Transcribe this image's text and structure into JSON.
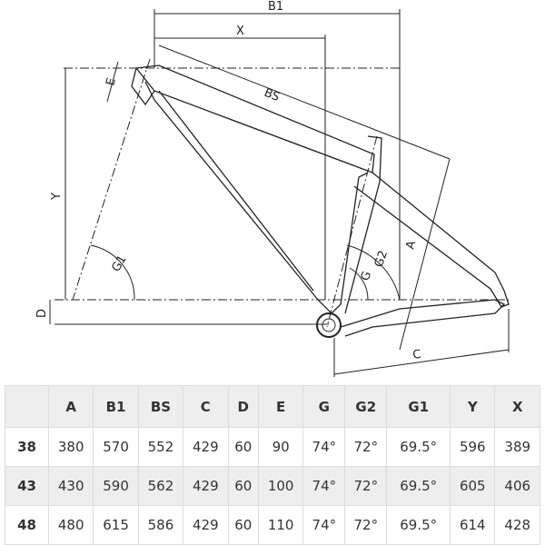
{
  "diagram": {
    "labels": {
      "B1": "B1",
      "X": "X",
      "BS": "BS",
      "E": "E",
      "Y": "Y",
      "D": "D",
      "G1": "G1",
      "G2": "G2",
      "G": "G",
      "A": "A",
      "C": "C"
    }
  },
  "table": {
    "headers": [
      "",
      "A",
      "B1",
      "BS",
      "C",
      "D",
      "E",
      "G",
      "G2",
      "G1",
      "Y",
      "X"
    ],
    "rows": [
      [
        "38",
        "380",
        "570",
        "552",
        "429",
        "60",
        "90",
        "74°",
        "72°",
        "69.5°",
        "596",
        "389"
      ],
      [
        "43",
        "430",
        "590",
        "562",
        "429",
        "60",
        "100",
        "74°",
        "72°",
        "69.5°",
        "605",
        "406"
      ],
      [
        "48",
        "480",
        "615",
        "586",
        "429",
        "60",
        "110",
        "74°",
        "72°",
        "69.5°",
        "614",
        "428"
      ]
    ]
  }
}
